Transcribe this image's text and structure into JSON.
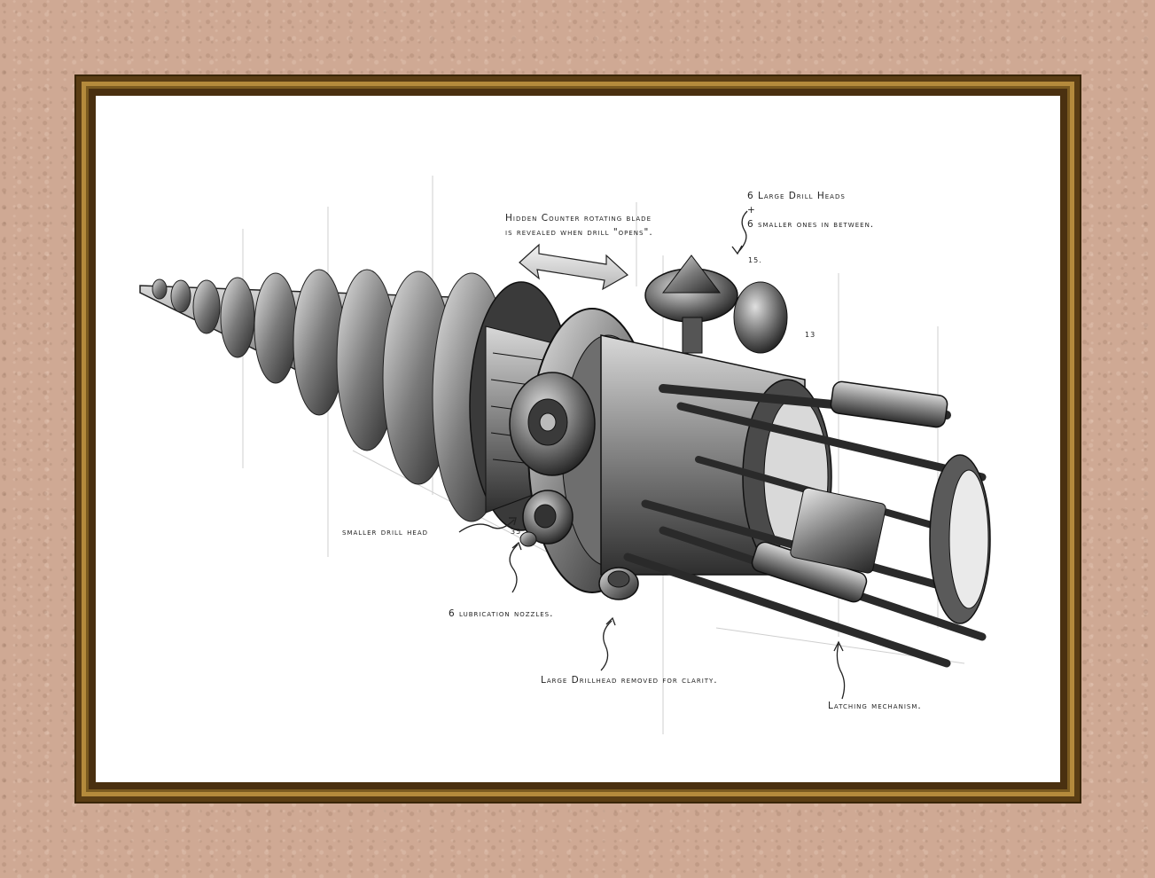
{
  "artwork": {
    "description_visible": false,
    "annotations": {
      "hidden_blade": "Hidden Counter rotating blade\nis revealed when drill \"opens\".",
      "drill_heads": "6 Large Drill Heads\n+\n6 smaller ones in between.",
      "smaller_drill_head": "smaller drill head",
      "lubrication": "6 lubrication nozzles.",
      "large_drillhead_removed": "Large Drillhead removed for clarity.",
      "latching": "Latching mechanism."
    },
    "sheet_numbers": [
      "15.",
      "13",
      "35"
    ]
  },
  "colors": {
    "mat": "#cfa994",
    "frame_dark": "#5a3d14",
    "frame_gold": "#b48a3c",
    "paper": "#ffffff",
    "ink": "#222222"
  }
}
